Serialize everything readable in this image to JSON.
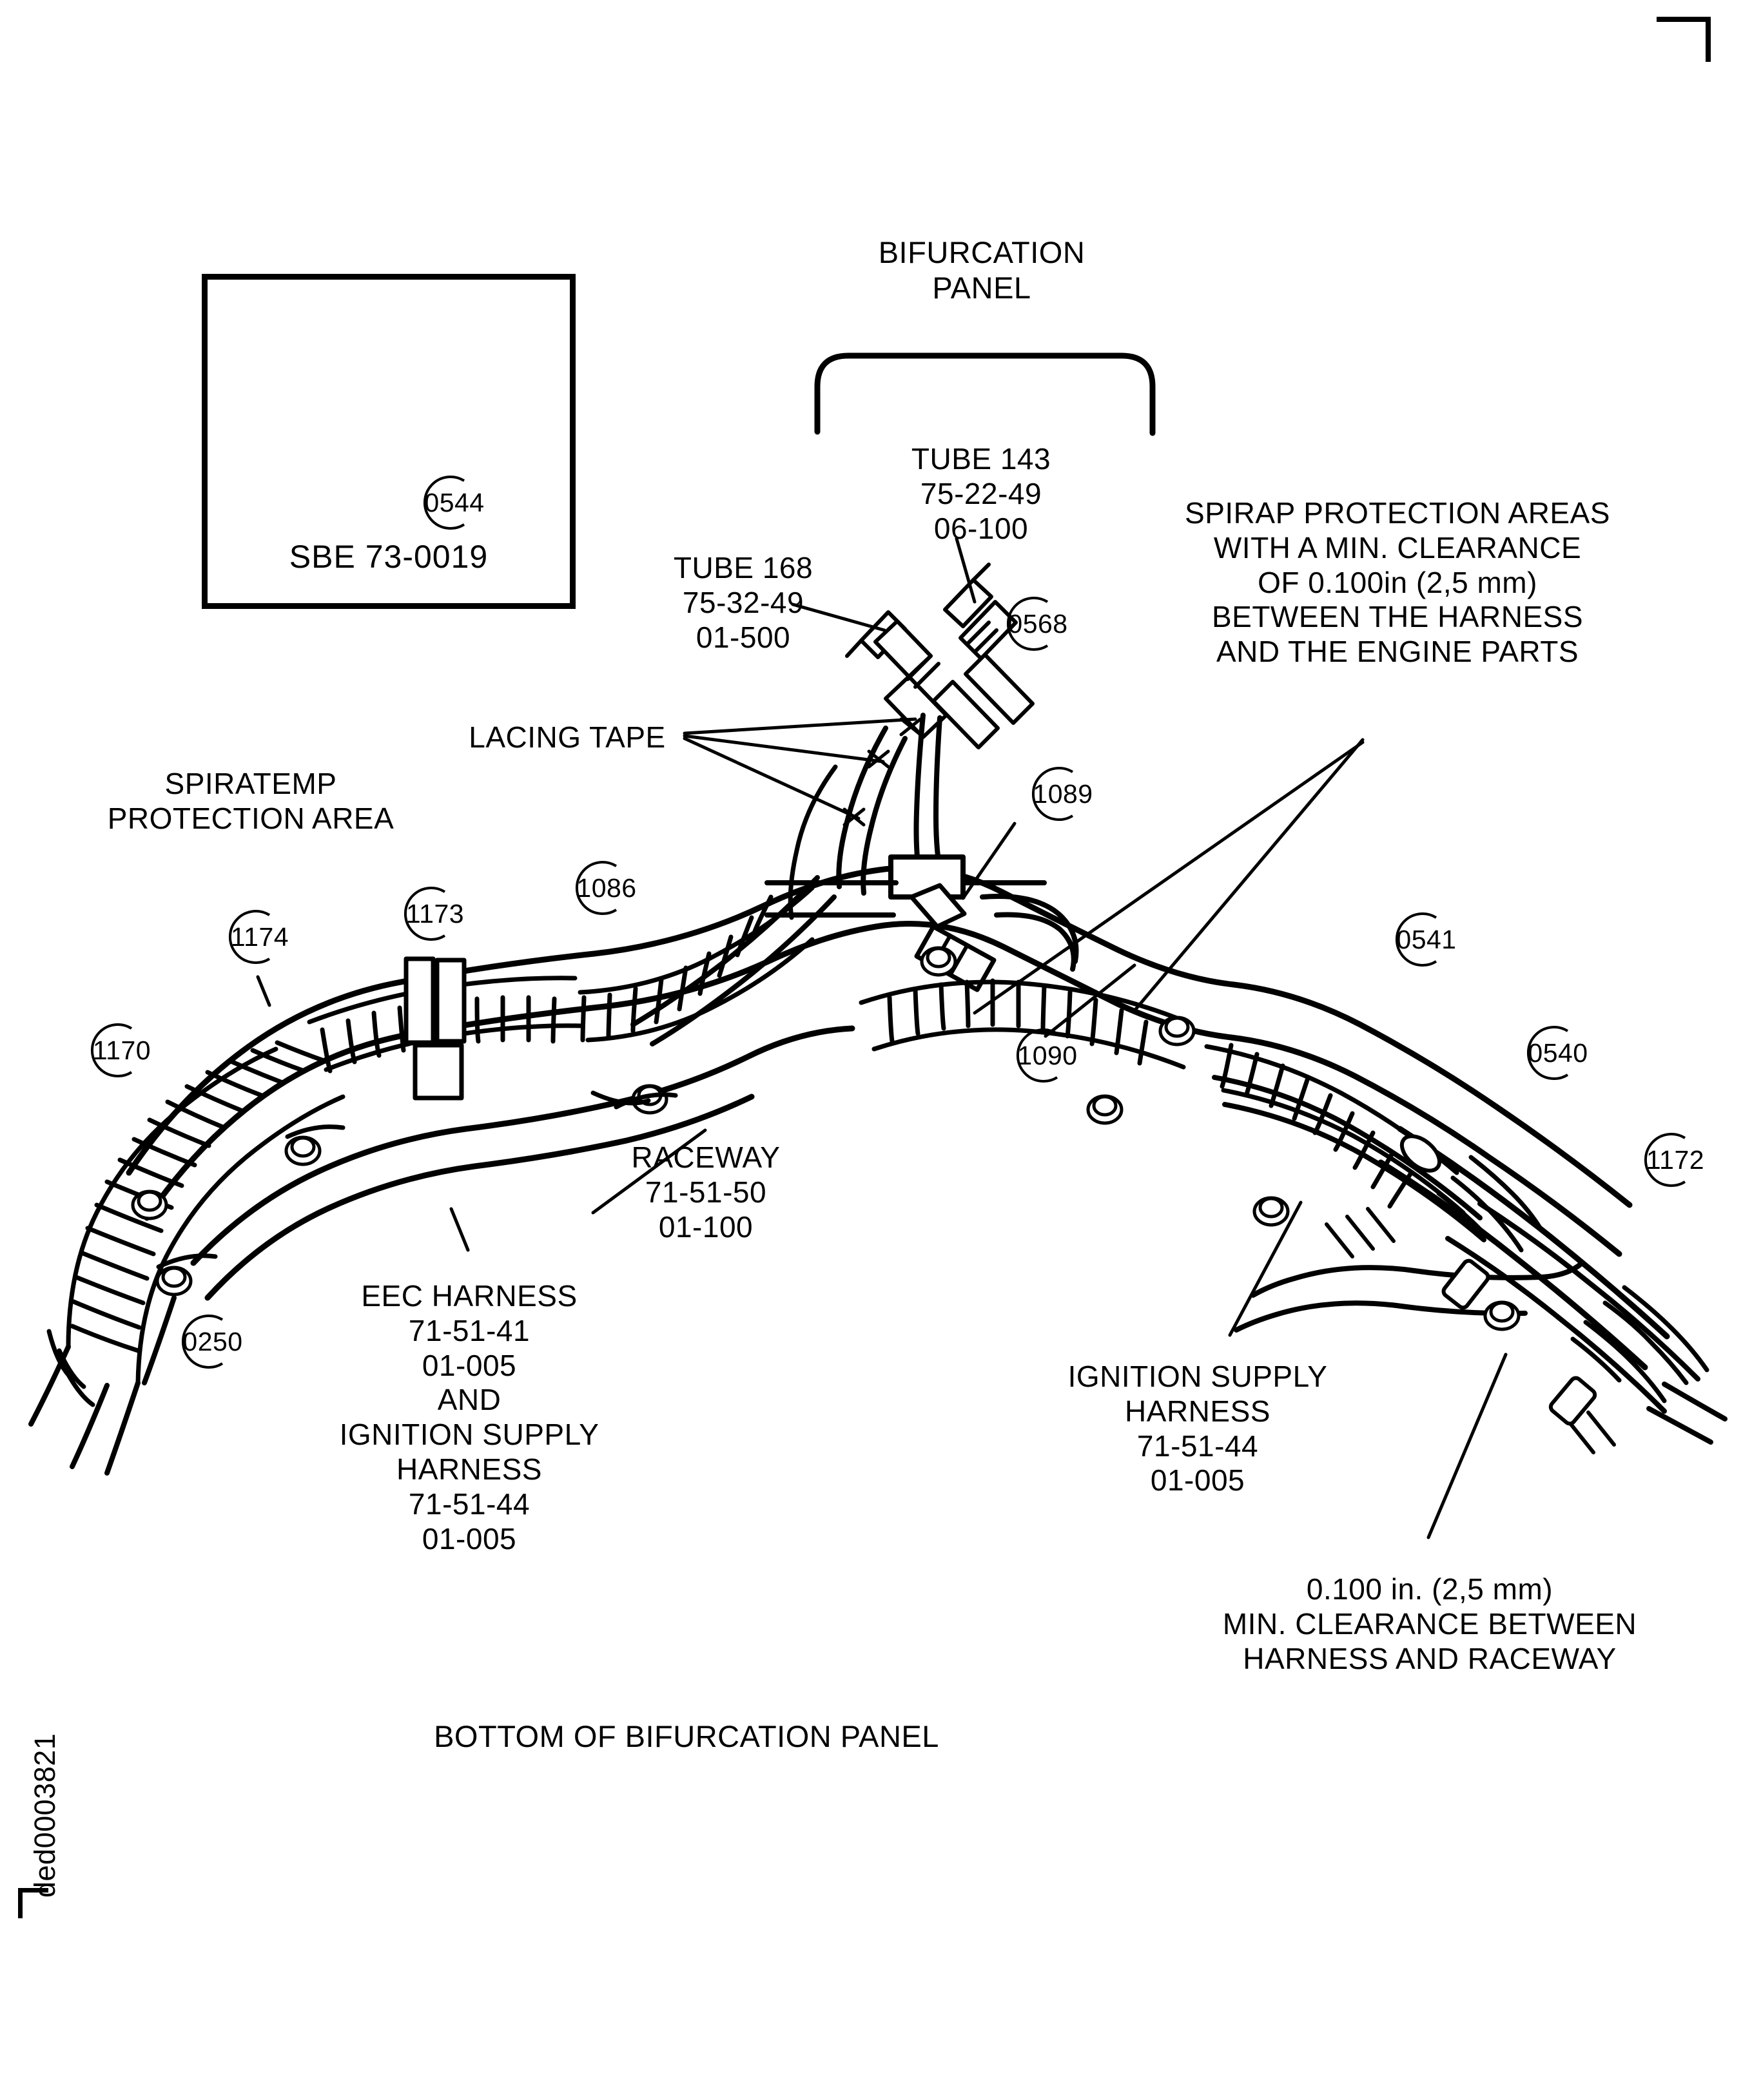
{
  "figure": {
    "id": "ded0003821",
    "caption": "BOTTOM OF BIFURCATION PANEL"
  },
  "inset": {
    "caption": "SBE 73-0019",
    "callout": "0544"
  },
  "labels": {
    "bifurcation_panel": "BIFURCATION\nPANEL",
    "tube_143": "TUBE 143\n75-22-49\n06-100",
    "tube_168": "TUBE 168\n75-32-49\n01-500",
    "lacing_tape": "LACING TAPE",
    "spirap_note": "SPIRAP PROTECTION AREAS\nWITH A MIN. CLEARANCE\nOF 0.100in (2,5 mm)\nBETWEEN THE HARNESS\nAND THE ENGINE PARTS",
    "spiratemp_area": "SPIRATEMP\nPROTECTION AREA",
    "raceway": "RACEWAY\n71-51-50\n01-100",
    "eec_harness": "EEC HARNESS\n71-51-41\n01-005\nAND\nIGNITION SUPPLY\nHARNESS\n71-51-44\n01-005",
    "ignition_supply_harness": "IGNITION SUPPLY\nHARNESS\n71-51-44\n01-005",
    "clearance_note": "0.100 in. (2,5 mm)\nMIN. CLEARANCE BETWEEN\nHARNESS AND RACEWAY"
  },
  "callouts": [
    {
      "id": "0250",
      "number": "0250"
    },
    {
      "id": "0540",
      "number": "0540"
    },
    {
      "id": "0541",
      "number": "0541"
    },
    {
      "id": "0568",
      "number": "0568"
    },
    {
      "id": "1086",
      "number": "1086"
    },
    {
      "id": "1089",
      "number": "1089"
    },
    {
      "id": "1090",
      "number": "1090"
    },
    {
      "id": "1170",
      "number": "1170"
    },
    {
      "id": "1172",
      "number": "1172"
    },
    {
      "id": "1173",
      "number": "1173"
    },
    {
      "id": "1174",
      "number": "1174"
    }
  ],
  "colors": {
    "ink": "#000000",
    "paper": "#ffffff"
  }
}
